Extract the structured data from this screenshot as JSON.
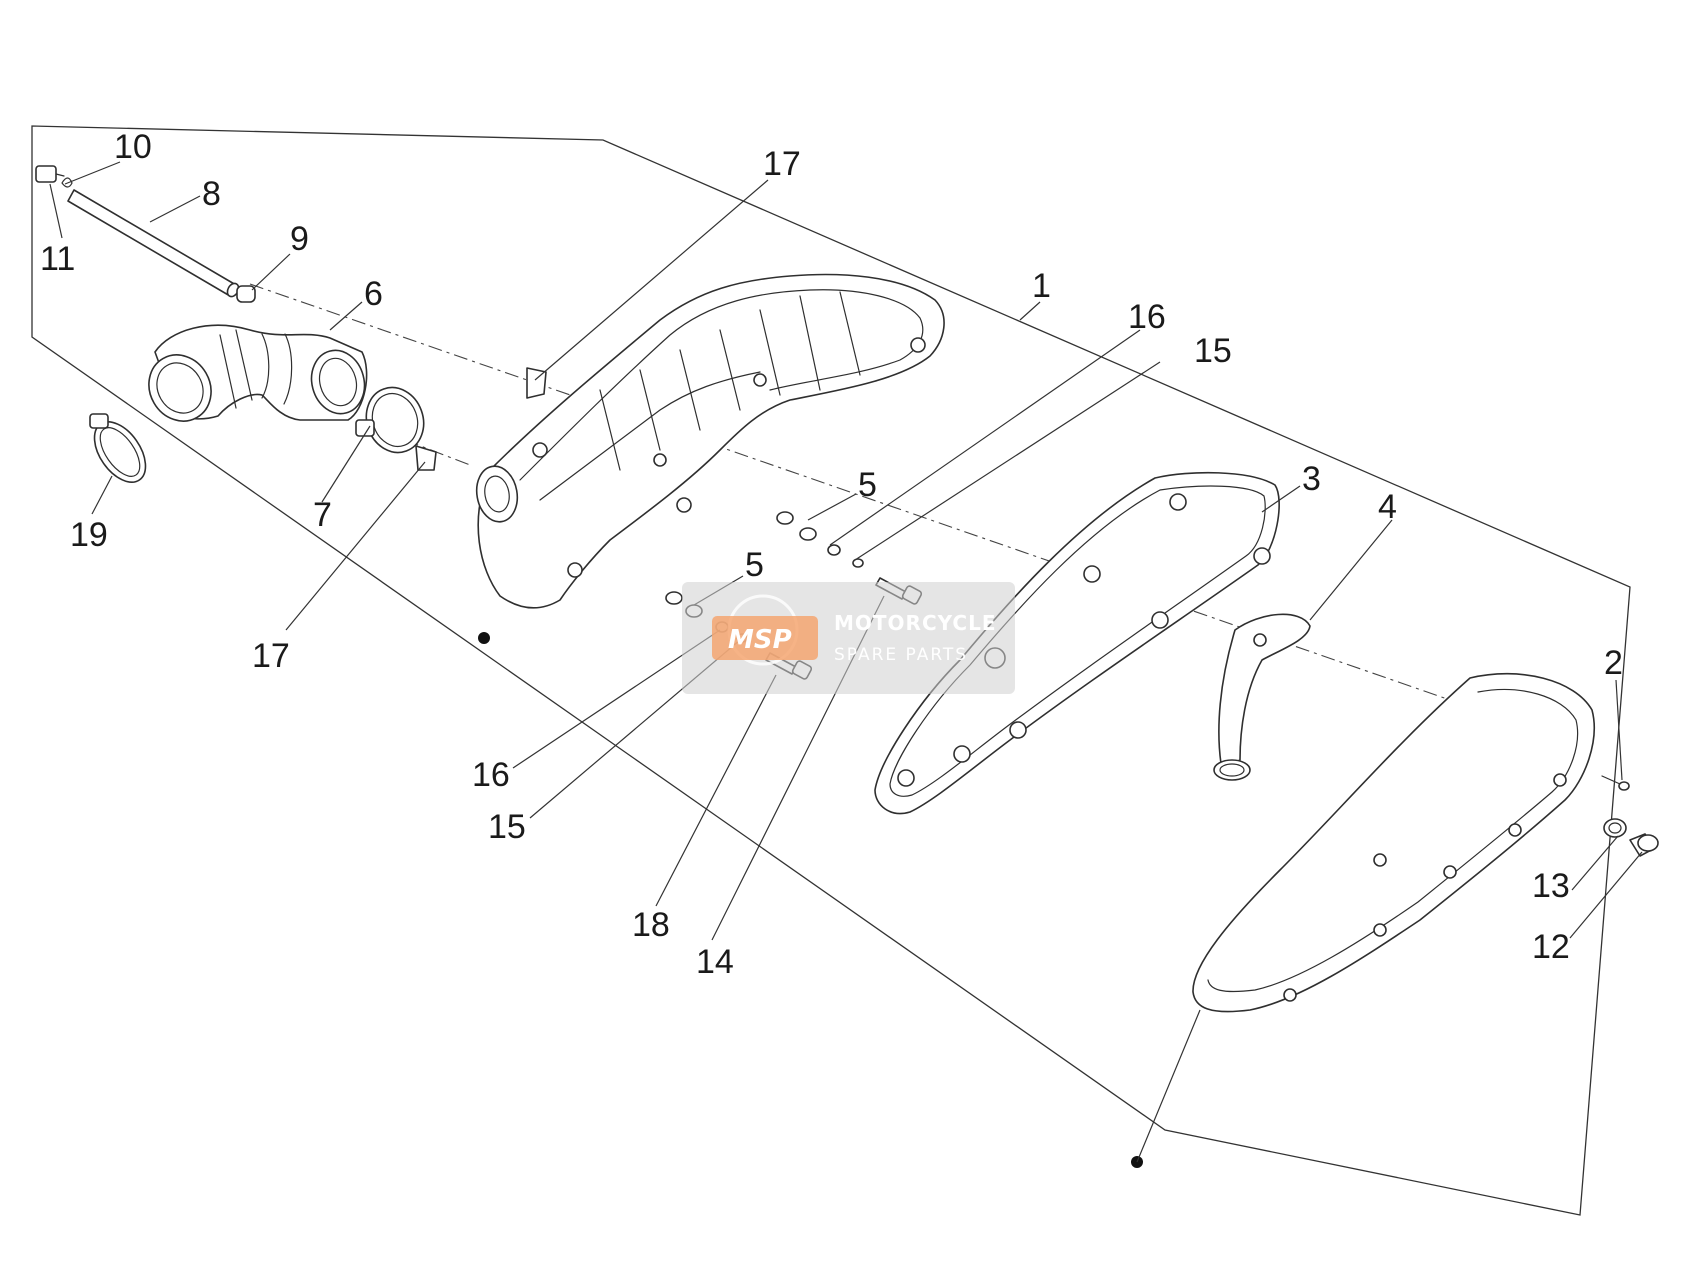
{
  "callouts": {
    "c1": "1",
    "c2": "2",
    "c3": "3",
    "c4": "4",
    "c5a": "5",
    "c5b": "5",
    "c6": "6",
    "c7": "7",
    "c8": "8",
    "c9": "9",
    "c10": "10",
    "c11": "11",
    "c12": "12",
    "c13": "13",
    "c14": "14",
    "c15a": "15",
    "c15b": "15",
    "c16a": "16",
    "c16b": "16",
    "c17a": "17",
    "c17b": "17",
    "c18": "18",
    "c19": "19"
  },
  "watermark": {
    "logo": "MSP",
    "line1": "MOTORCYCLE",
    "line2": "SPARE PARTS"
  }
}
